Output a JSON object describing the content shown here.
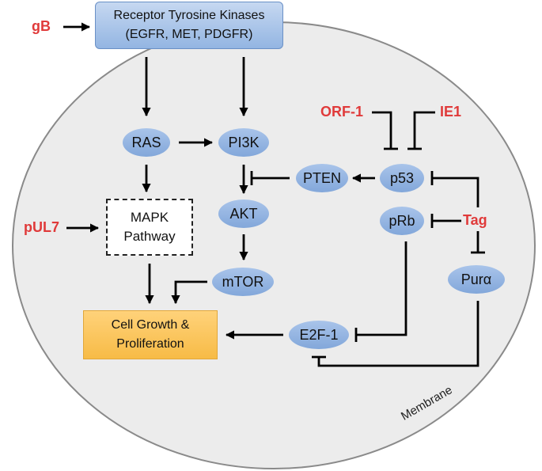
{
  "colors": {
    "cell_fill": "#ececec",
    "cell_border": "#8a8a8a",
    "protein_fill": "#93b5e2",
    "viral_text": "#e03a3a",
    "outcome_fill": "#f9c65c",
    "arrow": "#000000"
  },
  "membrane_label": "Membrane",
  "nodes": {
    "rtk": "Receptor Tyrosine Kinases\n(EGFR, MET, PDGFR)",
    "ras": "RAS",
    "pi3k": "PI3K",
    "akt": "AKT",
    "mtor": "mTOR",
    "pten": "PTEN",
    "p53": "p53",
    "prb": "pRb",
    "pura": "Purα",
    "e2f1": "E2F-1",
    "mapk": "MAPK\nPathway",
    "cell_growth": "Cell Growth &\nProliferation"
  },
  "viral_factors": {
    "gb": "gB",
    "pul7": "pUL7",
    "orf1": "ORF-1",
    "ie1": "IE1",
    "tag": "Tag"
  },
  "edges": [
    {
      "from": "gb",
      "to": "rtk",
      "type": "activation"
    },
    {
      "from": "rtk",
      "to": "ras",
      "type": "activation"
    },
    {
      "from": "rtk",
      "to": "pi3k",
      "type": "activation"
    },
    {
      "from": "ras",
      "to": "pi3k",
      "type": "activation"
    },
    {
      "from": "ras",
      "to": "mapk",
      "type": "activation"
    },
    {
      "from": "pul7",
      "to": "mapk",
      "type": "activation"
    },
    {
      "from": "mapk",
      "to": "cell_growth",
      "type": "activation"
    },
    {
      "from": "pi3k",
      "to": "akt",
      "type": "activation"
    },
    {
      "from": "pten",
      "to": "akt",
      "type": "inhibition"
    },
    {
      "from": "akt",
      "to": "mtor",
      "type": "activation"
    },
    {
      "from": "mtor",
      "to": "cell_growth",
      "type": "activation"
    },
    {
      "from": "p53",
      "to": "pten",
      "type": "activation"
    },
    {
      "from": "orf1",
      "to": "p53",
      "type": "inhibition"
    },
    {
      "from": "ie1",
      "to": "p53",
      "type": "inhibition"
    },
    {
      "from": "tag",
      "to": "p53",
      "type": "inhibition"
    },
    {
      "from": "tag",
      "to": "prb",
      "type": "inhibition"
    },
    {
      "from": "tag",
      "to": "pura",
      "type": "inhibition"
    },
    {
      "from": "prb",
      "to": "e2f1",
      "type": "inhibition"
    },
    {
      "from": "pura",
      "to": "e2f1",
      "type": "inhibition"
    },
    {
      "from": "e2f1",
      "to": "cell_growth",
      "type": "activation"
    }
  ]
}
